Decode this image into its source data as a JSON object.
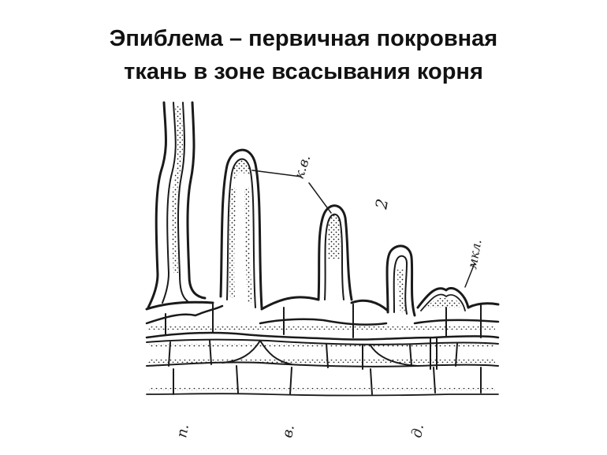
{
  "slide": {
    "title_line1": "Эпиблема – первичная покровная",
    "title_line2": "ткань в зоне всасывания корня"
  },
  "figure": {
    "labels": {
      "root_hairs": "к.в.",
      "number": "2",
      "mkl": "мкл.",
      "bottom_p": "п.",
      "bottom_v": "в.",
      "bottom_d": "д."
    }
  },
  "colors": {
    "ink": "#1a1a1a",
    "background": "#ffffff"
  }
}
